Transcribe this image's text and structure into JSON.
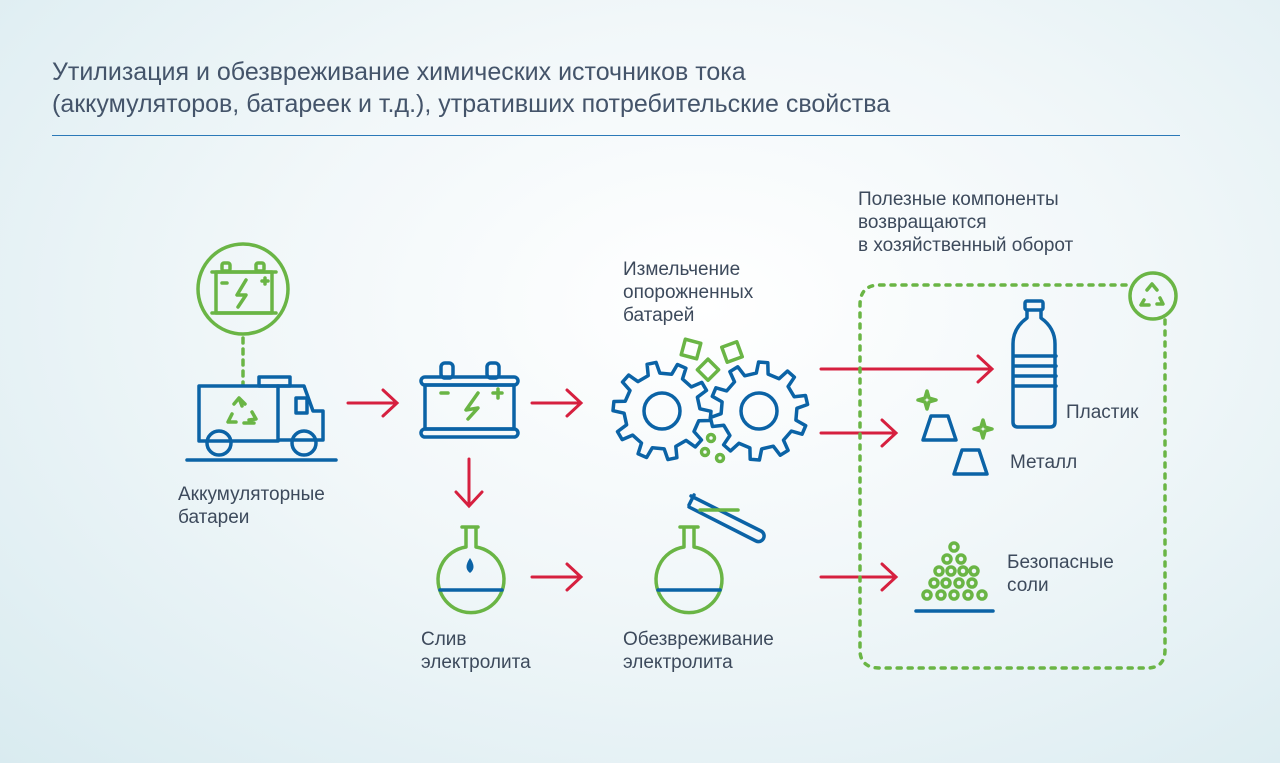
{
  "title": {
    "line1": "Утилизация и обезвреживание химических источников тока",
    "line2": "(аккумуляторов, батареек и т.д.),  утративших потребительские свойства"
  },
  "labels": {
    "batteries": [
      "Аккумуляторные",
      "батареи"
    ],
    "drain": [
      "Слив",
      "электролита"
    ],
    "crushing": [
      "Измельчение",
      "опорожненных",
      "батарей"
    ],
    "neutralize": [
      "Обезвреживание",
      "электролита"
    ],
    "useful": [
      "Полезные компоненты",
      "возвращаются",
      "в хозяйственный оборот"
    ],
    "plastic": "Пластик",
    "metal": "Металл",
    "salts": [
      "Безопасные",
      "соли"
    ]
  },
  "colors": {
    "blue": "#0b63a6",
    "green": "#6ab545",
    "red": "#d6203f",
    "text": "#3d4a5c"
  }
}
